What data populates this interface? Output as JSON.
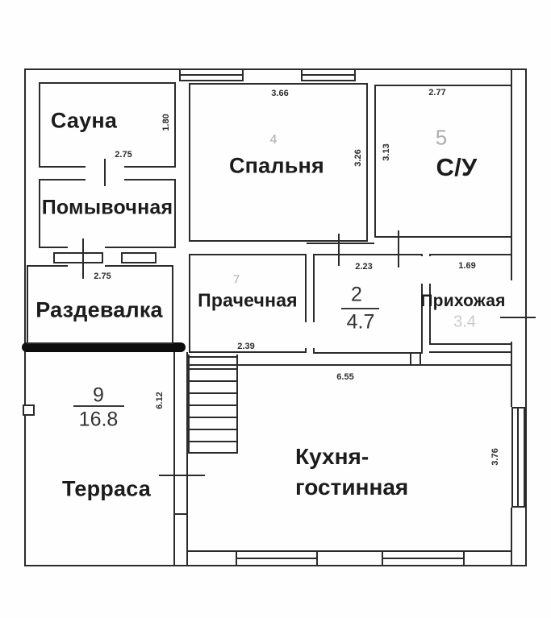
{
  "plan": {
    "colors": {
      "line": "#2b2b2b",
      "label_text": "#1c1c1c",
      "dimension_text": "#2e2e2e",
      "thick_wall_bar": "#0d0d0d",
      "background": "#ffffff"
    },
    "rooms": {
      "sauna": {
        "label": "Сауна",
        "dim_width": "2.75",
        "dim_height": "1.80"
      },
      "pomyvochnaya": {
        "label": "Помывочная"
      },
      "razdevalka": {
        "label": "Раздевалка",
        "dim_width": "2.75"
      },
      "terrace": {
        "label": "Терраса",
        "number": "9",
        "area": "16.8",
        "dim_height": "6.12"
      },
      "bedroom": {
        "label": "Спальня",
        "number": "4",
        "dim_width": "3.66",
        "dim_height": "3.26"
      },
      "bathroom": {
        "label": "С/У",
        "number": "5",
        "dim_width": "2.77",
        "dim_height": "3.13"
      },
      "laundry": {
        "label": "Прачечная",
        "number": "7",
        "dim_width": "2.39"
      },
      "hall": {
        "number": "2",
        "area": "4.7",
        "dim_width": "2.23"
      },
      "entry": {
        "label": "Прихожая",
        "dim_width": "1.69",
        "area_faint": "3.4"
      },
      "kitchen": {
        "label_line1": "Кухня-",
        "label_line2": "гостинная",
        "dim_width": "6.55",
        "dim_height": "3.76"
      }
    }
  }
}
